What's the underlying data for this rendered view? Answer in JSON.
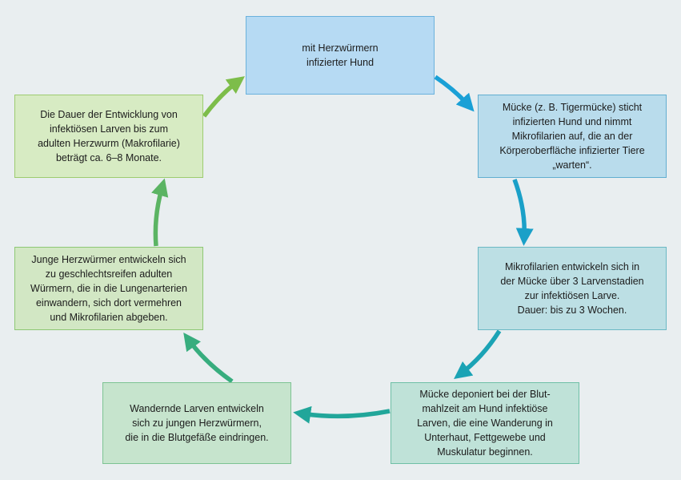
{
  "diagram": {
    "boxes": [
      {
        "id": "dog",
        "lines": [
          "mit Herzwürmern",
          "infizierter Hund"
        ]
      },
      {
        "id": "mosquito-bite",
        "lines": [
          "Mücke (z. B. Tigermücke) sticht",
          "infizierten Hund und nimmt",
          "Mikrofilarien auf, die an der",
          "Körperoberfläche infizierter Tiere",
          "„warten“."
        ]
      },
      {
        "id": "larval-development",
        "lines": [
          "Mikrofilarien entwickeln sich in",
          "der Mücke über 3 Larvenstadien",
          "zur infektiösen Larve.",
          "Dauer: bis zu 3 Wochen."
        ]
      },
      {
        "id": "deposit-larvae",
        "lines": [
          "Mücke deponiert bei der Blut-",
          "mahlzeit am Hund infektiöse",
          "Larven, die eine Wanderung in",
          "Unterhaut, Fettgewebe und",
          "Muskulatur beginnen."
        ]
      },
      {
        "id": "migrating-larvae",
        "lines": [
          "Wandernde Larven entwickeln",
          "sich zu jungen Herzwürmern,",
          "die in die Blutgefäße eindringen."
        ]
      },
      {
        "id": "young-worms",
        "lines": [
          "Junge Herzwürmer entwickeln sich",
          "zu geschlechtsreifen adulten",
          "Würmern, die in die Lungenarterien",
          "einwandern, sich dort vermehren",
          "und Mikrofilarien abgeben."
        ]
      },
      {
        "id": "duration",
        "lines": [
          "Die Dauer der Entwicklung von",
          "infektiösen Larven bis zum",
          "adulten Herzwurm (Makrofilarie)",
          "beträgt ca. 6–8 Monate."
        ]
      }
    ],
    "arrow_colors": [
      "#1aa0d6",
      "#1aa0c8",
      "#1ba3b5",
      "#21a69a",
      "#37ad7e",
      "#5bb463",
      "#7dbd4a"
    ]
  }
}
